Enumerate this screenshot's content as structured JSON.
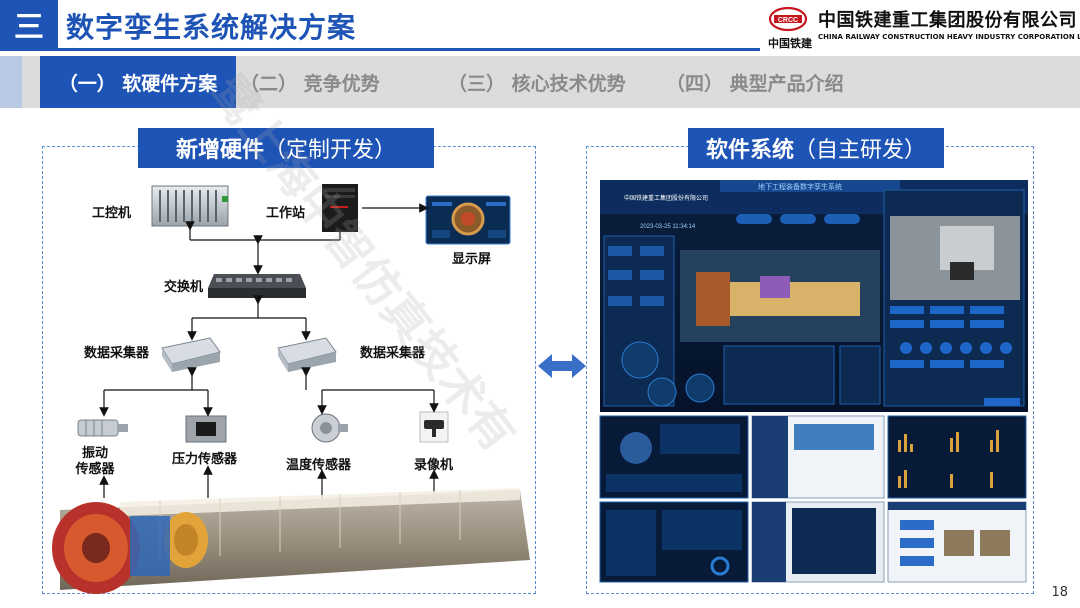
{
  "header": {
    "section_number": "三",
    "title": "数字孪生系统解决方案"
  },
  "logo": {
    "mark_text": "CRCC",
    "subtitle": "中国铁建",
    "company_cn": "中国铁建重工集团股份有限公司",
    "company_en": "CHINA RAILWAY CONSTRUCTION HEAVY INDUSTRY CORPORATION LIMITED"
  },
  "tabs": [
    {
      "label": "（一） 软硬件方案",
      "active": true
    },
    {
      "label": "（二） 竞争优势",
      "active": false
    },
    {
      "label": "（三） 核心技术优势",
      "active": false
    },
    {
      "label": "（四） 典型产品介绍",
      "active": false
    }
  ],
  "hardware": {
    "title_bold": "新增硬件",
    "title_rest": "（定制开发）",
    "labels": {
      "ipc": "工控机",
      "workstation": "工作站",
      "display": "显示屏",
      "switch": "交换机",
      "collector_left": "数据采集器",
      "collector_right": "数据采集器",
      "vibration_line1": "振动",
      "vibration_line2": "传感器",
      "pressure": "压力传感器",
      "temperature": "温度传感器",
      "camera": "录像机"
    }
  },
  "software": {
    "title_bold": "软件系统",
    "title_rest": "（自主研发）",
    "screen": {
      "system_title": "地下工程装备数字孪生系统",
      "company": "中国铁建重工集团股份有限公司",
      "datetime": "2023-03-25 11:34:14"
    }
  },
  "watermark": "鹭上海中智仿真技术有",
  "page_number": "18"
}
